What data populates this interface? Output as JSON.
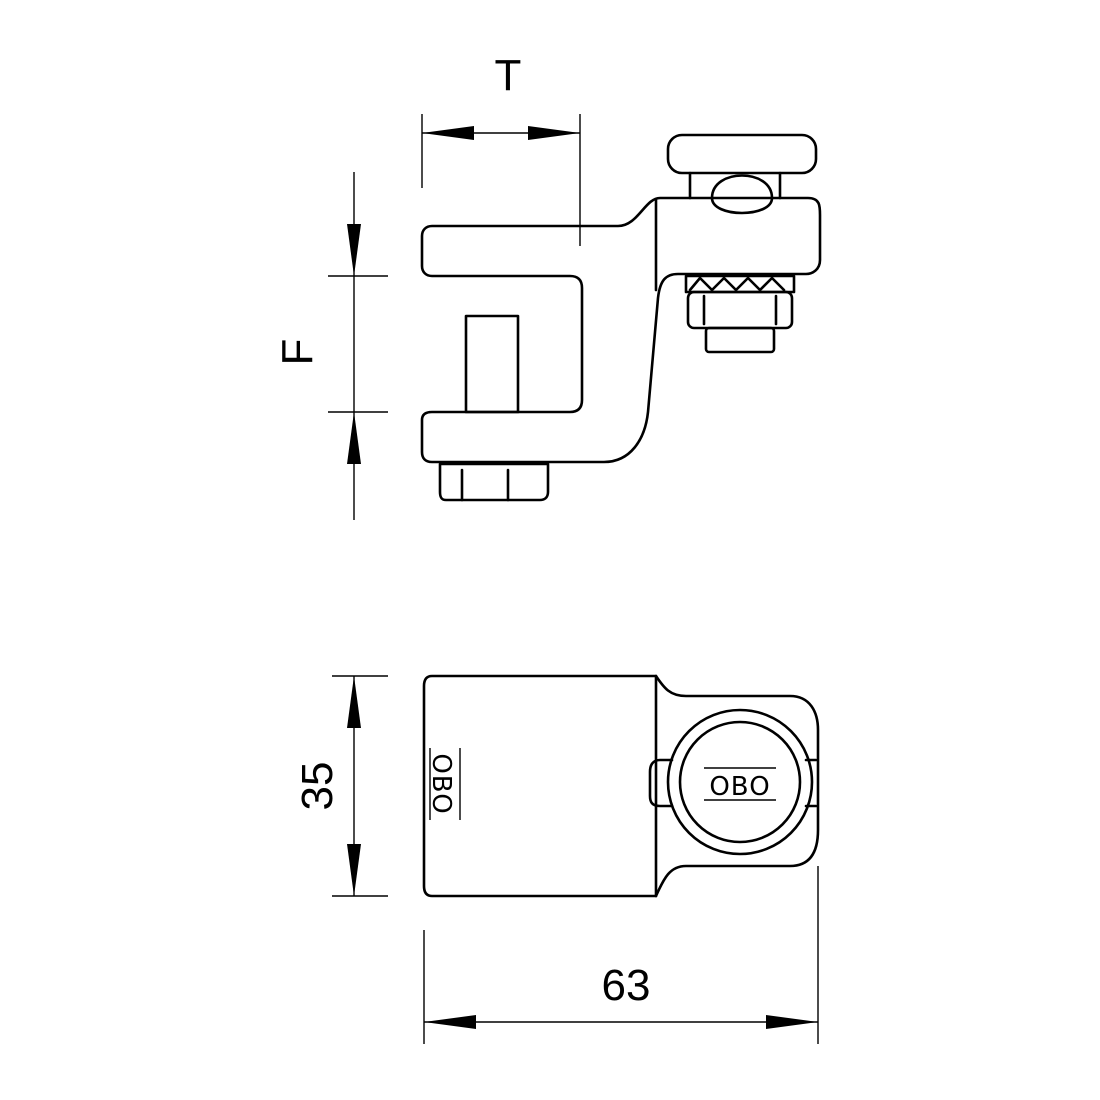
{
  "dimensions": {
    "t_label": "T",
    "f_label": "F",
    "height_label": "35",
    "width_label": "63"
  },
  "logo": {
    "text": "OBO"
  }
}
